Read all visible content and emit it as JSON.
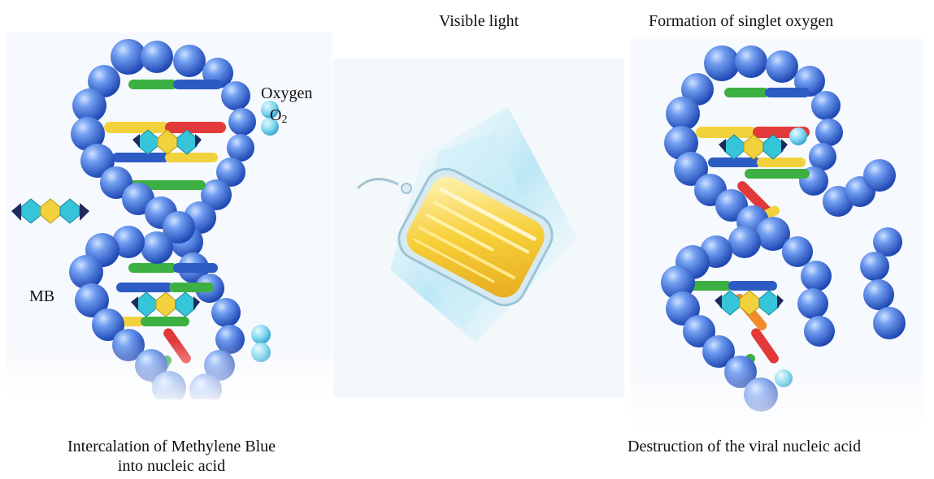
{
  "labels": {
    "visible_light": "Visible light",
    "singlet_oxygen": "Formation of singlet oxygen",
    "oxygen": "Oxygen",
    "o2_symbol": "O",
    "o2_subscript": "2",
    "mb": "MB",
    "intercalation_line1": "Intercalation of Methylene Blue",
    "intercalation_line2": "into nucleic acid",
    "destruction": "Destruction of the viral nucleic acid"
  },
  "colors": {
    "backbone_blue": "#3a6fd8",
    "backbone_highlight": "#9ec3ff",
    "base_green": "#3cb043",
    "base_yellow": "#f2d23c",
    "base_red": "#e23a3a",
    "base_orange": "#f08a2a",
    "base_blue": "#2d5bc4",
    "mb_cyan": "#35c4d8",
    "mb_navy": "#1f2a5c",
    "oxygen_cyan": "#7fd6ef",
    "light_beam": "#b8e6f5",
    "lamp_yellow": "#f6cf3a"
  }
}
